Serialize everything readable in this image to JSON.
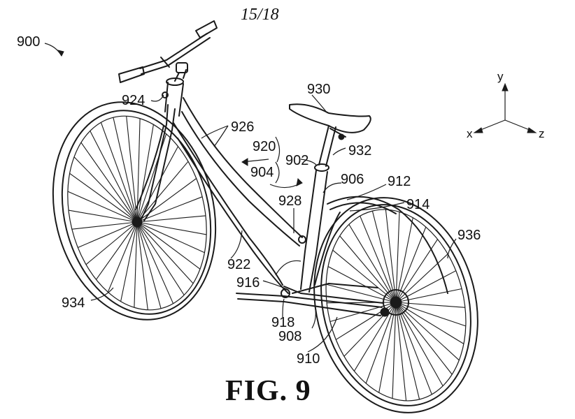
{
  "sheet_number": "15/18",
  "figure_caption": "FIG. 9",
  "axes": {
    "y": "y",
    "x": "x",
    "z": "z"
  },
  "reference_numerals": {
    "bicycle": "900",
    "head_tube": "924",
    "top_tube": "926",
    "seat": "930",
    "seat_post": "932",
    "label_920": "920",
    "label_902": "902",
    "label_904": "904",
    "seat_tube": "906",
    "label_912": "912",
    "label_914": "914",
    "label_928": "928",
    "front_wheel": "934",
    "rear_wheel": "936",
    "down_tube": "922",
    "label_916": "916",
    "label_918": "918",
    "label_908": "908",
    "label_910": "910"
  }
}
